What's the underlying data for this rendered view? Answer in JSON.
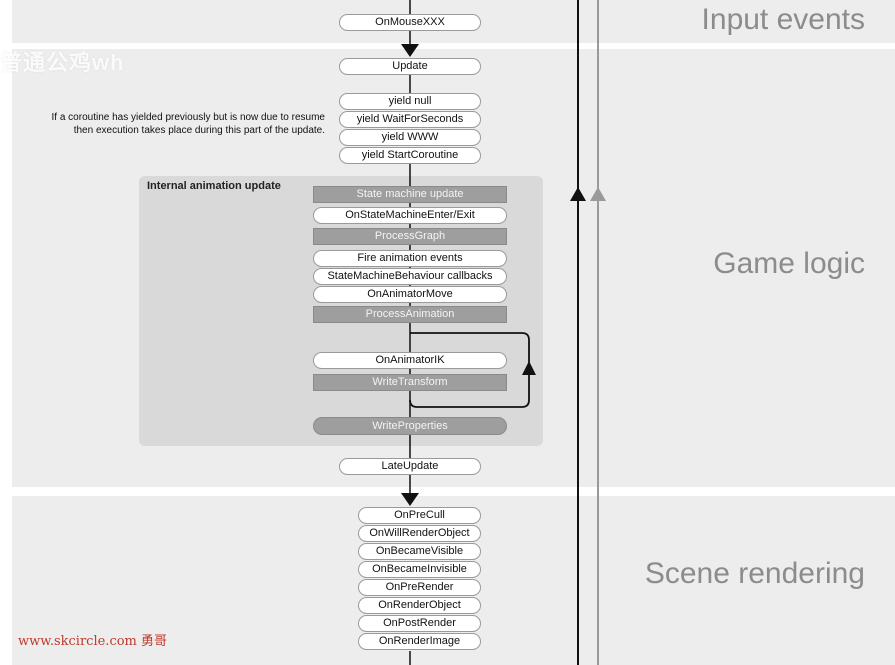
{
  "sections": {
    "input": "Input events",
    "game": "Game logic",
    "render": "Scene rendering"
  },
  "input_events": {
    "on_mouse": "OnMouseXXX"
  },
  "game_logic": {
    "update": "Update",
    "coroutine_note": "If a coroutine has yielded previously but is now due to resume then execution takes place during this part of the update.",
    "yields": [
      "yield null",
      "yield WaitForSeconds",
      "yield WWW",
      "yield StartCoroutine"
    ],
    "late_update": "LateUpdate"
  },
  "animation": {
    "title": "Internal animation update",
    "state_machine_update": "State machine update",
    "on_state_machine": "OnStateMachineEnter/Exit",
    "process_graph": "ProcessGraph",
    "fire_events": "Fire animation events",
    "smb_callbacks": "StateMachineBehaviour callbacks",
    "on_animator_move": "OnAnimatorMove",
    "process_animation": "ProcessAnimation",
    "on_animator_ik": "OnAnimatorIK",
    "write_transform": "WriteTransform",
    "write_properties": "WriteProperties"
  },
  "scene_rendering": {
    "items": [
      "OnPreCull",
      "OnWillRenderObject",
      "OnBecameVisible",
      "OnBecameInvisible",
      "OnPreRender",
      "OnRenderObject",
      "OnPostRender",
      "OnRenderImage"
    ]
  },
  "overlay": {
    "watermark": "www.skcircle.com 勇哥",
    "faded_text": "普通公鸡wh"
  },
  "colors": {
    "band": "#ededed",
    "anim_panel": "#d9d9d9",
    "gray_box": "#9e9e9e",
    "section_title": "#8c8c8c",
    "watermark": "#c0392b"
  }
}
